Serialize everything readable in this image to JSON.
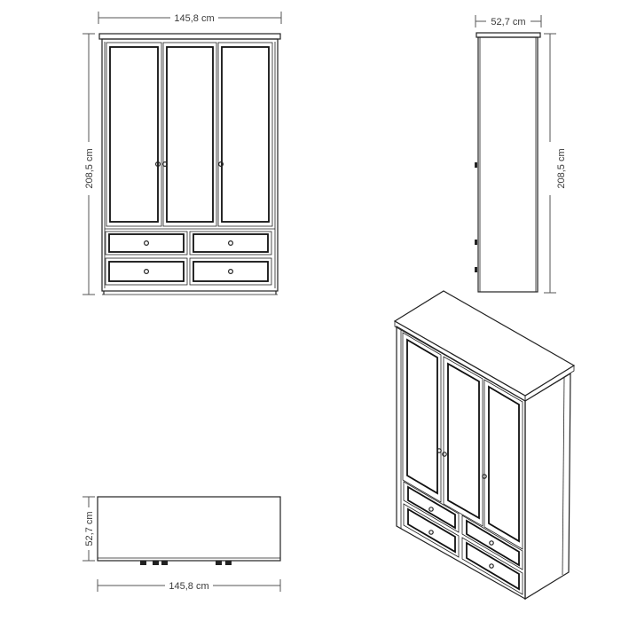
{
  "dimensions": {
    "front_width": "145,8 cm",
    "front_height": "208,5 cm",
    "side_depth": "52,7 cm",
    "side_height": "208,5 cm",
    "top_depth": "52,7 cm",
    "top_width": "145,8 cm"
  }
}
